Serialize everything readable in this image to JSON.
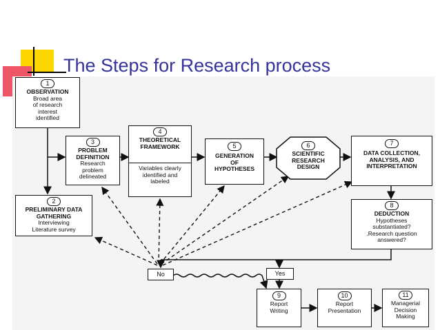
{
  "slide": {
    "title": "The Steps for Research process"
  },
  "colors": {
    "title": "#33339a",
    "deco_yellow": "#ffd700",
    "deco_red": "#ee5566",
    "deco_line": "#000000"
  },
  "steps": [
    {
      "num": "1",
      "head": "OBSERVATION",
      "sub": [
        "Broad area",
        "of research",
        "interest",
        "identified"
      ]
    },
    {
      "num": "2",
      "head": "PRELIMINARY DATA GATHERING",
      "sub": [
        "Interviewing",
        "Literature survey"
      ]
    },
    {
      "num": "3",
      "head": "PROBLEM DEFINITION",
      "sub": [
        "Research",
        "problem",
        "delineated"
      ]
    },
    {
      "num": "4",
      "head": "THEORETICAL FRAMEWORK",
      "sub": [
        "Variables clearly",
        "identified and",
        "labeled"
      ]
    },
    {
      "num": "5",
      "head": "GENERATION OF HYPOTHESES",
      "sub": []
    },
    {
      "num": "6",
      "head": "SCIENTIFIC RESEARCH DESIGN",
      "sub": []
    },
    {
      "num": "7",
      "head": "DATA COLLECTION, ANALYSIS, AND INTERPRETATION",
      "sub": []
    },
    {
      "num": "8",
      "head": "DEDUCTION",
      "sub": [
        "Hypotheses",
        "substantiated?",
        ".Research question",
        "answered?"
      ]
    },
    {
      "num": "9",
      "head": "",
      "sub": [
        "Report",
        "Writing"
      ]
    },
    {
      "num": "10",
      "head": "",
      "sub": [
        "Report",
        "Presentation"
      ]
    },
    {
      "num": "11",
      "head": "",
      "sub": [
        "Managerial",
        "Decision",
        "Making"
      ]
    }
  ],
  "decisions": {
    "no": "No",
    "yes": "Yes"
  }
}
